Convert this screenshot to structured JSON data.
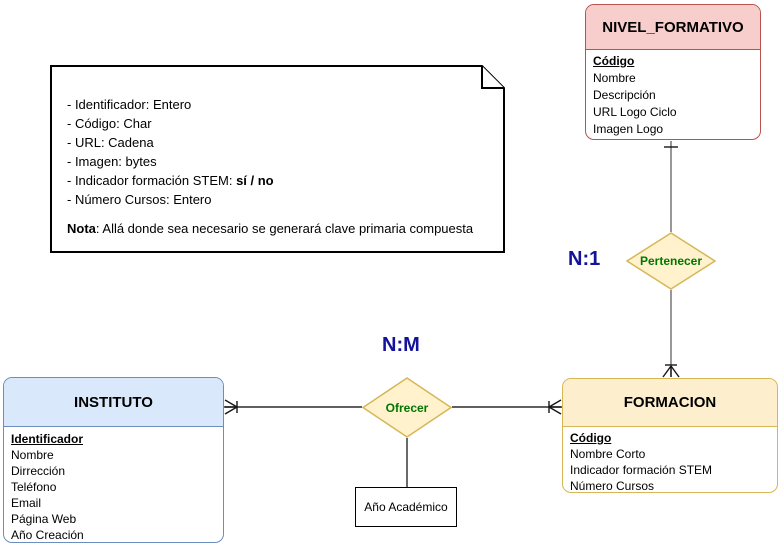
{
  "colors": {
    "nivel-fill": "#f8cecc",
    "nivel-stroke": "#b85450",
    "instituto-fill": "#dae8fc",
    "instituto-stroke": "#6c8ebf",
    "formacion-fill": "#fdeecd",
    "formacion-stroke": "#d6b656",
    "diamond-fill": "#fff2cc",
    "diamond-stroke": "#d6b656",
    "relation-color": "#007700",
    "cardinality-color": "#12129a",
    "connector-v-color": "#6b6b6b",
    "connector-h-color": "#2b2b2b",
    "marker-color": "#161616",
    "note-stroke": "#000000"
  },
  "entities": {
    "nivel_formativo": {
      "title": "NIVEL_FORMATIVO",
      "pk": "Código",
      "attrs": [
        "Nombre",
        "Descripción",
        "URL Logo Ciclo",
        "Imagen Logo"
      ]
    },
    "instituto": {
      "title": "INSTITUTO",
      "pk": "Identificador",
      "attrs": [
        "Nombre",
        "Dirrección",
        "Teléfono",
        "Email",
        "Página Web",
        "Año Creación"
      ]
    },
    "formacion": {
      "title": "FORMACION",
      "pk": "Código",
      "attrs": [
        "Nombre Corto",
        "Indicador formación STEM",
        "Número Cursos"
      ]
    }
  },
  "relationships": {
    "pertenecer": {
      "label": "Pertenecer",
      "cardinality": "N:1"
    },
    "ofrecer": {
      "label": "Ofrecer",
      "cardinality": "N:M"
    }
  },
  "attribute_box": {
    "label": "Año Académico"
  },
  "note": {
    "lines": [
      "- Identificador: Entero",
      "- Código: Char",
      "- URL: Cadena",
      "- Imagen: bytes"
    ],
    "stem_pre": "- Indicador formación STEM: ",
    "stem_bold": "sí / no",
    "cursos_line": "- Número Cursos: Entero",
    "nota_label": "Nota",
    "nota_text": ": Allá donde sea necesario se generará clave primaria compuesta"
  }
}
